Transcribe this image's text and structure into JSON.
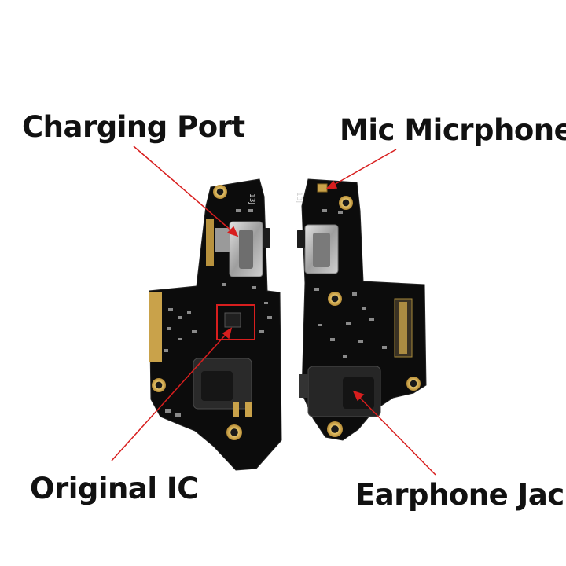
{
  "labels": {
    "charging_port": "Charging Port",
    "mic": "Mic Micrphone",
    "original_ic": "Original IC",
    "earphone_jack": "Earphone Jack"
  },
  "pcb_markings": {
    "left_top_code": "13J",
    "right_top_code": "13J"
  },
  "colors": {
    "annotation_red": "#d81e1e",
    "pcb": "#0c0c0c",
    "gold_pad": "#c9a24a",
    "connector_metal": "#b8b8b8",
    "text": "#111111"
  }
}
